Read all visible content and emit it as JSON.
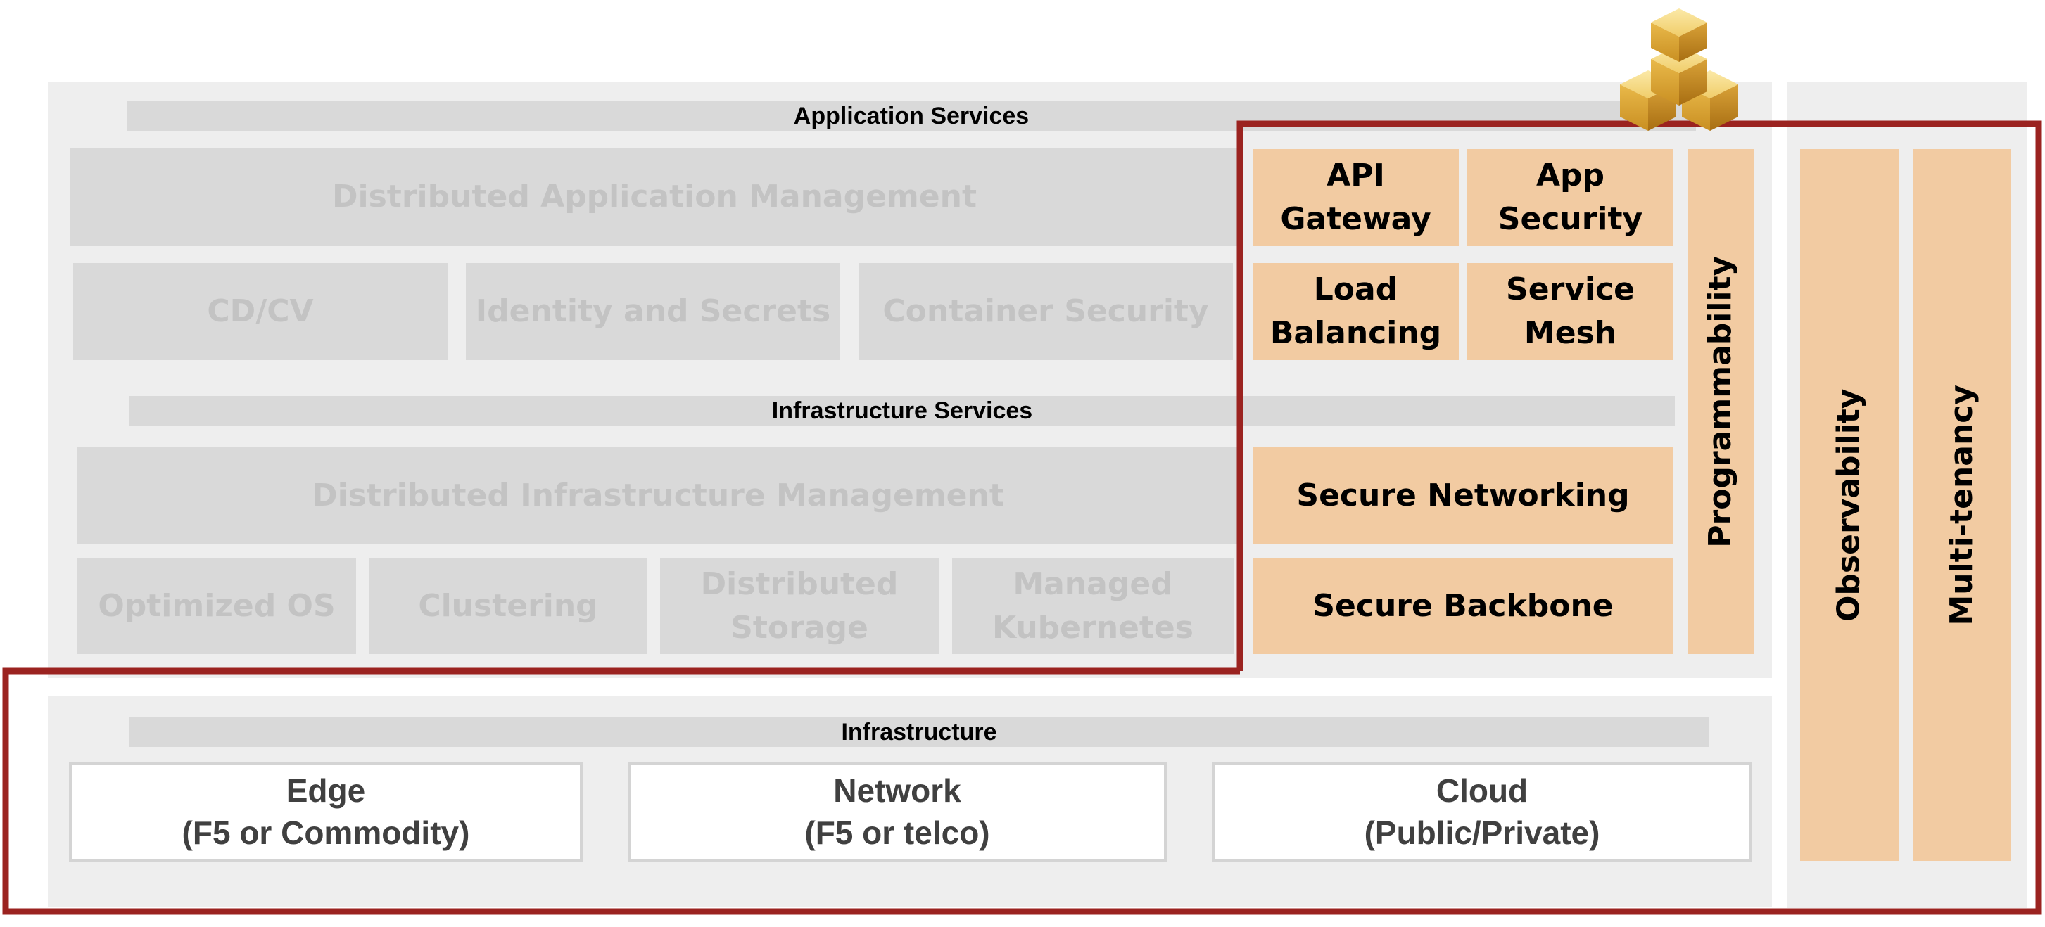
{
  "application_services": {
    "header": "Application Services",
    "distributed_app_mgmt": "Distributed Application Management",
    "cdcv": "CD/CV",
    "identity": "Identity and Secrets",
    "container_security": "Container Security"
  },
  "infrastructure_services": {
    "header": "Infrastructure Services",
    "distributed_infra_mgmt": "Distributed Infrastructure Management",
    "optimized_os": "Optimized OS",
    "clustering": "Clustering",
    "distributed_storage": "Distributed\nStorage",
    "managed_k8s": "Managed\nKubernetes"
  },
  "highlighted": {
    "api_gateway": "API\nGateway",
    "app_security": "App\nSecurity",
    "load_balancing": "Load\nBalancing",
    "service_mesh": "Service\nMesh",
    "secure_networking": "Secure Networking",
    "secure_backbone": "Secure Backbone",
    "programmability": "Programmability"
  },
  "side": {
    "observability": "Observability",
    "multi_tenancy": "Multi-tenancy"
  },
  "infrastructure": {
    "header": "Infrastructure",
    "edge": "Edge\n(F5 or Commodity)",
    "network": "Network\n(F5 or telco)",
    "cloud": "Cloud\n(Public/Private)"
  },
  "colors": {
    "highlight_outline": "#9b2320",
    "orange_box": "#f2cba2",
    "grey_box": "#d9d9d9",
    "panel": "#eeeeee",
    "faded_text": "#c3c3c3"
  },
  "icons": {
    "logo": "gold-cubes-icon"
  }
}
